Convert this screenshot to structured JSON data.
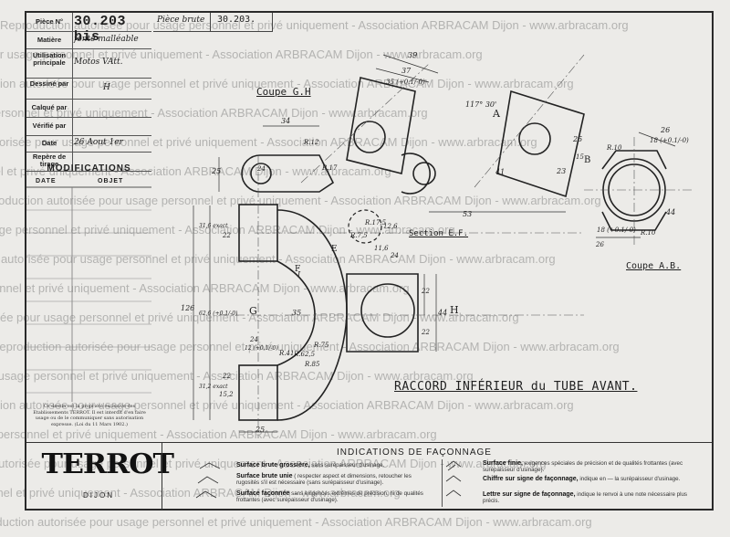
{
  "title_block": {
    "piece_label": "Pièce N°",
    "piece_value": "30.203 bis",
    "matiere_label": "Matière",
    "matiere_value": "fonte malléable",
    "utilisation_label": "Utilisation principale",
    "utilisation_value": "Motos VAtt.",
    "dessine_label": "Dessiné par",
    "dessine_value": "H",
    "calque_label": "Calqué par",
    "verifie_label": "Vérifié par",
    "date_label": "Date",
    "date_value": "26 Aout 1er",
    "repere_label": "Repère de tirage"
  },
  "piece_brute": {
    "label": "Pièce brute",
    "value": "30.203."
  },
  "modifications": {
    "title": "MODIFICATIONS",
    "col_date": "DATE",
    "col_objet": "OBJET"
  },
  "legal_text": "Ce dessin est la propriété exclusive des Etablissements TERROT. Il est interdit d'en faire usage ou de le communiquer sans autorisation expresse. (Loi du 11 Mars 1902.)",
  "logo": {
    "name": "TERROT",
    "city": "DIJON"
  },
  "drawing": {
    "title": "RACCORD INFÉRIEUR du TUBE AVANT.",
    "labels": {
      "coupe_gh": "Coupe G.H",
      "coupe_ab": "Coupe A.B.",
      "section_ef": "Section E.F.",
      "a": "A",
      "b": "B",
      "g": "G",
      "h": "H",
      "e": "E",
      "f": "F",
      "i": "I",
      "angle": "117° 30'"
    },
    "dims": {
      "d39": "39",
      "d37": "37",
      "d35": "35 (+0.1/-0)",
      "d34": "34",
      "d25a": "25",
      "d24": "24",
      "r12": "R.12",
      "r17": "R.17",
      "d53": "53",
      "d41": "41",
      "d25b": "25",
      "d23": "23",
      "d15": "15",
      "d26a": "26",
      "d18a": "18 (+0.1/-0)",
      "r10a": "R.10",
      "d44": "44",
      "d18b": "18 (+0.1/-0)",
      "r10b": "R.10",
      "d26b": "26",
      "d126": "126",
      "d316a": "31,6 exact",
      "d626": "62,6 (+0.1/-0)",
      "d316b": "31,2 exact",
      "d152": "15,2",
      "d22a": "22",
      "d22b": "22",
      "d22c": "22",
      "d22d": "22",
      "d44b": "44",
      "d35b": "35",
      "d24b": "24",
      "d12": "12 (+0.1/-0)",
      "r41": "R.41",
      "r625": "R.62,5",
      "r75": "R.75",
      "r85": "R.85",
      "d25c": "25",
      "d116": "11,6",
      "d126b": "12,6",
      "r175": "R.17,5",
      "r75b": "R.7,5",
      "d24c": "24"
    }
  },
  "indications": {
    "title": "INDICATIONS DE FAÇONNAGE",
    "items": [
      {
        "head": "Surface brute grossière,",
        "text": "sans surépaisseur d'usinage."
      },
      {
        "head": "Surface brute unie",
        "text": "( respecter aspect et dimensions, retoucher les rugosités s'il est nécessaire (sans surépaisseur d'usinage)."
      },
      {
        "head": "Surface façonnée",
        "text": "sans exigences extrêmes de précision, ni de qualités frottantes (avec surépaisseur d'usinage)."
      },
      {
        "head": "Surface finie,",
        "text": "exigences spéciales de précision et de qualités frottantes (avec surépaisseur d'usinage)."
      },
      {
        "head": "Chiffre sur signe de façonnage,",
        "text": "indique en — la surépaisseur d'usinage."
      },
      {
        "head": "Lettre sur signe de façonnage,",
        "text": "indique le renvoi à une note nécessaire plus précis."
      }
    ]
  },
  "watermark": "Reproduction autorisée pour usage personnel et privé uniquement - Association ARBRACAM Dijon - www.arbracam.org"
}
